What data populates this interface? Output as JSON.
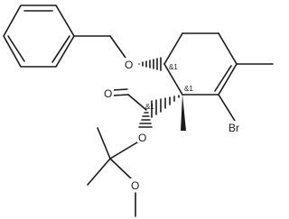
{
  "molecule": {
    "atoms": {
      "oxygen_benzyl_ether": "O",
      "oxygen_aldehyde": "O",
      "oxygen_isopropyl_ether": "O",
      "oxygen_methoxy": "O",
      "bromine": "Br"
    },
    "stereo_labels": {
      "ring_c1_ether": "&1",
      "ring_c2_quaternary": "&1",
      "chain_alpha_carbon": "&1"
    }
  }
}
